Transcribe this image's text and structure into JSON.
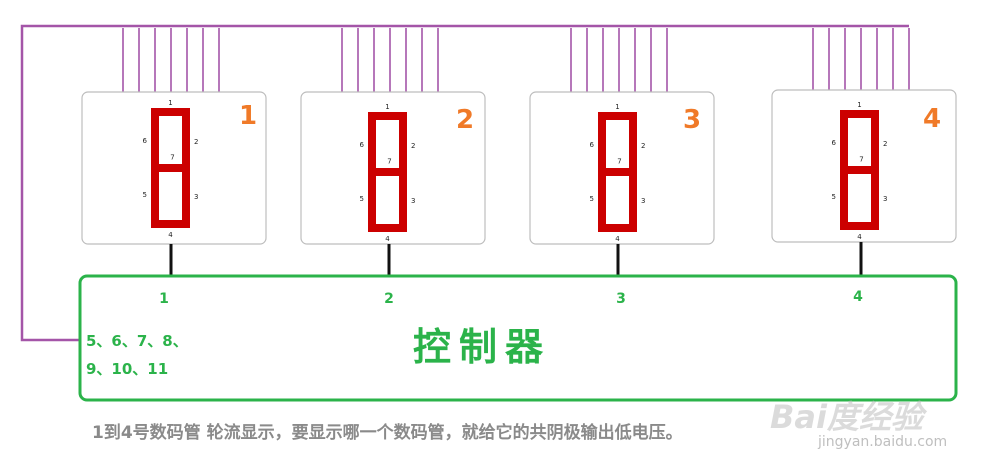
{
  "colors": {
    "bus": "#a455a8",
    "segment": "#cc0000",
    "controller": "#2bb34a",
    "digit_number": "#f07a28",
    "panel_border": "#bdbdbd",
    "caption": "#8a8a8a"
  },
  "displays": [
    {
      "digit": "1",
      "segments": {
        "top": "1",
        "upper_right": "2",
        "lower_right": "3",
        "bottom": "4",
        "lower_left": "5",
        "upper_left": "6",
        "middle": "7"
      }
    },
    {
      "digit": "2",
      "segments": {
        "top": "1",
        "upper_right": "2",
        "lower_right": "3",
        "bottom": "4",
        "lower_left": "5",
        "upper_left": "6",
        "middle": "7"
      }
    },
    {
      "digit": "3",
      "segments": {
        "top": "1",
        "upper_right": "2",
        "lower_right": "3",
        "bottom": "4",
        "lower_left": "5",
        "upper_left": "6",
        "middle": "7"
      }
    },
    {
      "digit": "4",
      "segments": {
        "top": "1",
        "upper_right": "2",
        "lower_right": "3",
        "bottom": "4",
        "lower_left": "5",
        "upper_left": "6",
        "middle": "7"
      }
    }
  ],
  "controller": {
    "title": "控制器",
    "ports": [
      "1",
      "2",
      "3",
      "4"
    ],
    "pins_line1": "5、6、7、8、",
    "pins_line2": "9、10、11"
  },
  "caption": "1到4号数码管 轮流显示，要显示哪一个数码管，就给它的共阴极输出低电压。",
  "watermark": {
    "main": "Bai度经验",
    "sub": "jingyan.baidu.com"
  }
}
